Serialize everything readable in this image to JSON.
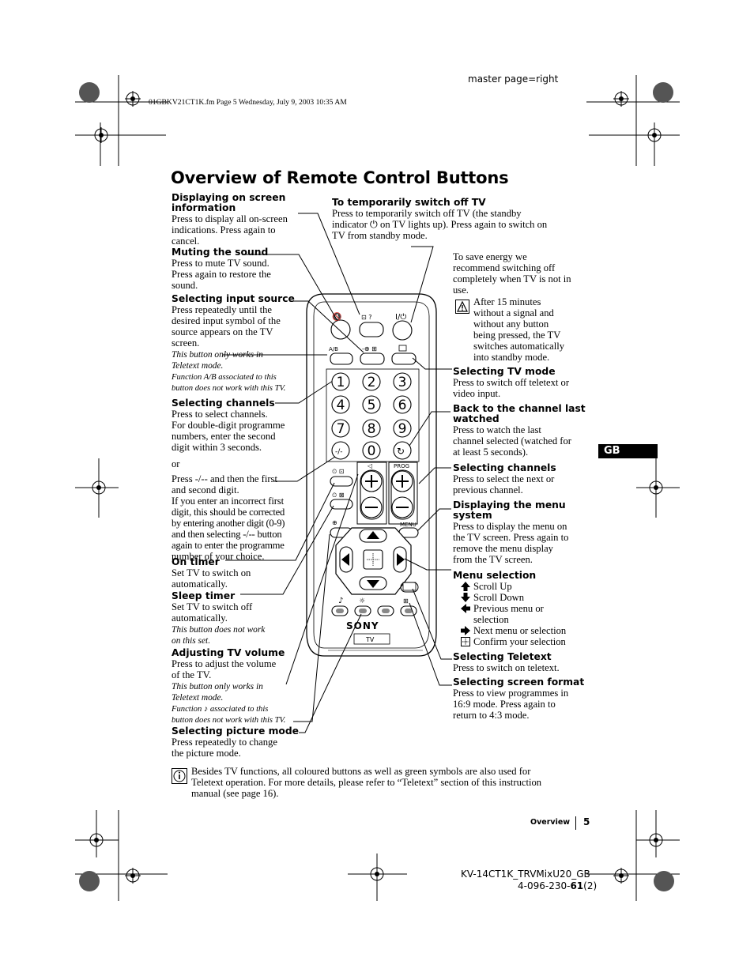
{
  "header": {
    "master_page": "master page=right",
    "file_info": "01GBKV21CT1K.fm  Page 5  Wednesday, July 9, 2003  10:35 AM"
  },
  "title": "Overview of Remote Control Buttons",
  "left": {
    "display_info": {
      "title_l1": "Displaying on screen",
      "title_l2": "information",
      "lines": [
        "Press to display all on-screen",
        "indications. Press again to",
        "cancel."
      ]
    },
    "muting": {
      "title": "Muting the sound",
      "lines": [
        "Press to mute TV sound.",
        "Press again to restore the",
        "sound."
      ]
    },
    "input_source": {
      "title": "Selecting input source",
      "lines": [
        "Press repeatedly until the",
        "desired input symbol of the",
        "source appears on the TV",
        "screen."
      ],
      "note1": [
        "This button only works in",
        "Teletext mode."
      ],
      "note2": [
        "Function A/B associated to this",
        "button does not work with this TV."
      ]
    },
    "channels": {
      "title": "Selecting channels",
      "lines": [
        "Press to select channels.",
        "For double-digit programme",
        "numbers, enter the second",
        "digit within 3 seconds."
      ],
      "or": "or",
      "lines2": [
        "Press -/-- and then the first",
        "and second digit.",
        "If you enter an incorrect first",
        "digit, this should be corrected",
        "by entering another digit (0-9)",
        "and then selecting -/-- button",
        "again to enter the programme",
        "number of your choice."
      ]
    },
    "on_timer": {
      "title": "On timer",
      "lines": [
        "Set TV to switch on",
        "automatically."
      ]
    },
    "sleep_timer": {
      "title": "Sleep timer",
      "lines": [
        "Set TV to switch off",
        "automatically."
      ],
      "note": [
        "This button does not work",
        "on this set."
      ]
    },
    "volume": {
      "title": "Adjusting TV volume",
      "lines": [
        "Press to adjust the volume",
        "of the TV."
      ],
      "note1": [
        "This button only works in",
        "Teletext mode."
      ],
      "note2": [
        "Function ♪ associated to this",
        "button does not work with this TV."
      ]
    },
    "picture": {
      "title": "Selecting picture mode",
      "lines": [
        "Press repeatedly to change",
        "the picture mode."
      ]
    }
  },
  "top": {
    "switch_off": {
      "title": "To temporarily switch off TV",
      "lines": [
        "Press to temporarily switch off TV (the standby",
        "indicator ⏻ on TV lights up). Press again to switch on",
        "TV from standby mode."
      ]
    }
  },
  "right": {
    "energy": {
      "lines": [
        "To save energy we",
        "recommend switching off",
        "completely when TV is not in",
        "use."
      ]
    },
    "warning": {
      "lines": [
        "After 15 minutes",
        "without a signal and",
        "without any button",
        "being pressed, the TV",
        "switches automatically",
        "into standby mode."
      ]
    },
    "tv_mode": {
      "title": "Selecting TV mode",
      "lines": [
        "Press to switch off teletext or",
        "video input."
      ]
    },
    "last_channel": {
      "title_l1": "Back to the channel last",
      "title_l2": "watched",
      "lines": [
        "Press to watch the last",
        "channel selected (watched for",
        "at least 5 seconds)."
      ]
    },
    "channels": {
      "title": "Selecting channels",
      "lines": [
        "Press to select the next or",
        "previous channel."
      ]
    },
    "menu_display": {
      "title_l1": "Displaying the menu",
      "title_l2": "system",
      "lines": [
        "Press to display the menu on",
        "the TV screen. Press again to",
        "remove the menu display",
        "from the TV screen."
      ]
    },
    "menu_selection": {
      "title": "Menu selection",
      "items": [
        "Scroll Up",
        "Scroll Down",
        "Previous menu or",
        "selection",
        "Next menu or selection",
        "Confirm your selection"
      ]
    },
    "teletext": {
      "title": "Selecting Teletext",
      "lines": [
        "Press to switch on teletext."
      ]
    },
    "screen_format": {
      "title": "Selecting screen format",
      "lines": [
        "Press to view programmes in",
        "16:9 mode. Press again to",
        "return to 4:3 mode."
      ]
    }
  },
  "tab": "GB",
  "footnote": [
    "Besides TV functions, all coloured buttons as well as green symbols are also used for",
    "Teletext operation. For more details, please refer to “Teletext” section of this instruction",
    "manual (see page 16)."
  ],
  "footer": {
    "section": "Overview",
    "page": "5",
    "model": "KV-14CT1K_TRVMixU20_GB",
    "part_prefix": "4-096-230-",
    "part_bold": "61",
    "part_suffix": "(2)"
  },
  "remote": {
    "labels": {
      "ab": "A/B",
      "power": "I/⏻",
      "prog": "PROG",
      "menu": "MENU",
      "tv": "TV",
      "brand": "SONY",
      "dash": "-/-"
    },
    "digits": [
      "1",
      "2",
      "3",
      "4",
      "5",
      "6",
      "7",
      "8",
      "9",
      "0"
    ]
  }
}
